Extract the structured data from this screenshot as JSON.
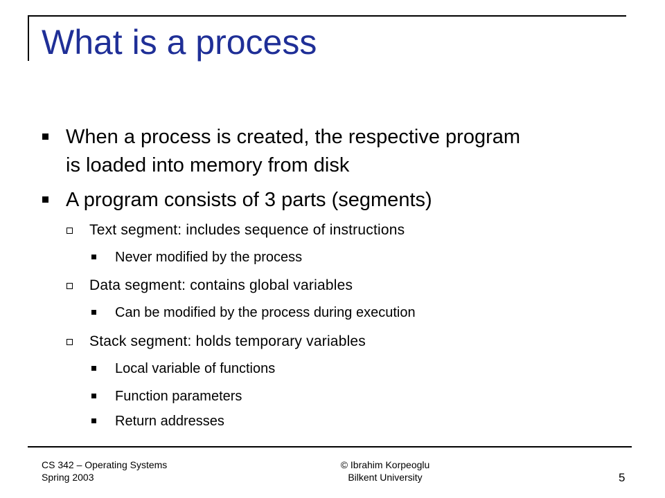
{
  "slide": {
    "title": "What is a process",
    "bullets": [
      {
        "text_line1": "When a process is created, the respective program",
        "text_line2": "is loaded into memory from disk"
      },
      {
        "text": "A program consists of 3 parts (segments)",
        "sub": [
          {
            "text": "Text segment: includes sequence of instructions",
            "items": [
              "Never modified by the process"
            ]
          },
          {
            "text": "Data segment: contains global variables",
            "items": [
              "Can be modified by the process during execution"
            ]
          },
          {
            "text": "Stack segment: holds temporary variables",
            "items": [
              "Local variable of functions",
              "Function parameters",
              "Return addresses"
            ]
          }
        ]
      }
    ]
  },
  "footer": {
    "course": "CS 342 – Operating Systems",
    "term": "Spring 2003",
    "author": "© Ibrahim Korpeoglu",
    "university": "Bilkent University",
    "page_number": "5"
  },
  "colors": {
    "title": "#1f2f97",
    "text": "#000000",
    "background": "#ffffff"
  }
}
